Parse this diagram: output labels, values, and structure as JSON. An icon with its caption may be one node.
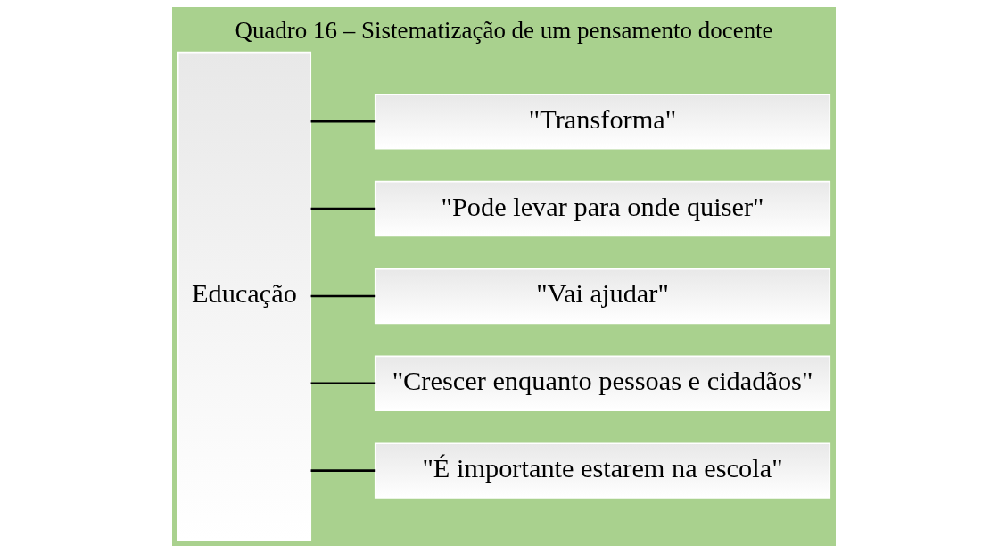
{
  "diagram": {
    "title": "Quadro 16 – Sistematização de um pensamento docente",
    "nodes": [
      {
        "text": [
          "Educação"
        ]
      },
      {
        "text": [
          "\"Transforma\""
        ]
      },
      {
        "text": [
          "\"Pode levar para onde quiser\""
        ]
      },
      {
        "text": [
          "\"Vai ajudar\""
        ]
      },
      {
        "text": [
          "\"Crescer enquanto pessoas e cidadãos\""
        ]
      },
      {
        "text": [
          "\"É importante estarem na escola\""
        ]
      }
    ],
    "edges": [
      {
        "from": 0,
        "to": 1,
        "arrow": "none"
      },
      {
        "from": 0,
        "to": 2,
        "arrow": "none"
      },
      {
        "from": 0,
        "to": 3,
        "arrow": "none"
      },
      {
        "from": 0,
        "to": 4,
        "arrow": "none"
      },
      {
        "from": 0,
        "to": 5,
        "arrow": "none"
      }
    ]
  }
}
